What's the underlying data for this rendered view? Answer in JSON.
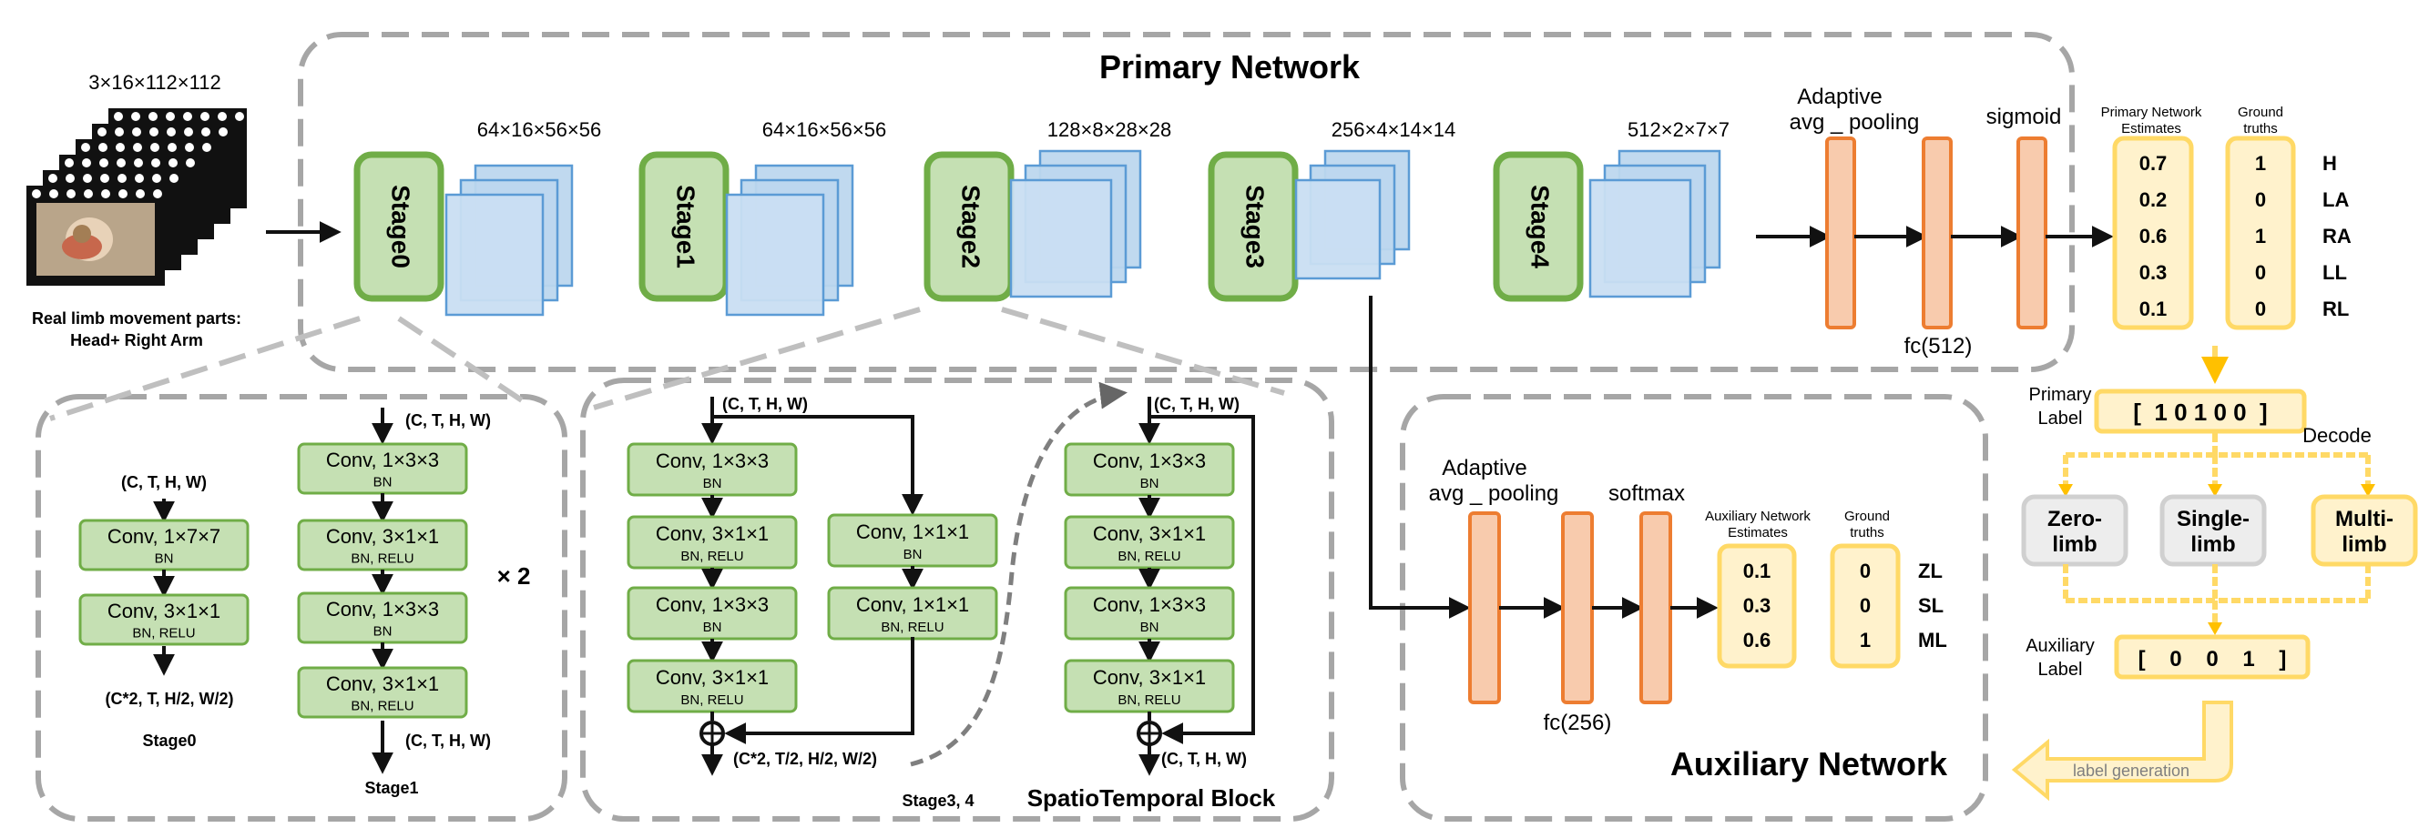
{
  "input": {
    "dims": "3×16×112×112",
    "caption_line1": "Real limb movement parts:",
    "caption_line2": "Head+ Right Arm"
  },
  "primary": {
    "title": "Primary Network",
    "stages": [
      "Stage0",
      "Stage1",
      "Stage2",
      "Stage3",
      "Stage4"
    ],
    "dims": [
      "64×16×56×56",
      "64×16×56×56",
      "128×8×28×28",
      "256×4×14×14",
      "512×2×7×7"
    ],
    "pool_line1": "Adaptive",
    "pool_line2": "avg _ pooling",
    "fc": "fc(512)",
    "activation": "sigmoid",
    "estimates_header_line1": "Primary Network",
    "estimates_header_line2": "Estimates",
    "truth_header_line1": "Ground",
    "truth_header_line2": "truths",
    "estimates": [
      "0.7",
      "0.2",
      "0.6",
      "0.3",
      "0.1"
    ],
    "truths": [
      "1",
      "0",
      "1",
      "0",
      "0"
    ],
    "classes": [
      "H",
      "LA",
      "RA",
      "LL",
      "RL"
    ],
    "label_title_line1": "Primary",
    "label_title_line2": "Label",
    "label_value": "[  1 0 1 0 0  ]"
  },
  "decode": {
    "title": "Decode",
    "boxes": [
      {
        "line1": "Zero-",
        "line2": "limb"
      },
      {
        "line1": "Single-",
        "line2": "limb"
      },
      {
        "line1": "Multi-",
        "line2": "limb"
      }
    ],
    "aux_label_line1": "Auxiliary",
    "aux_label_line2": "Label",
    "aux_label_value": "[    0    0    1    ]",
    "generation": "label generation"
  },
  "auxiliary": {
    "title": "Auxiliary Network",
    "pool_line1": "Adaptive",
    "pool_line2": "avg _ pooling",
    "fc": "fc(256)",
    "activation": "softmax",
    "estimates_header_line1": "Auxiliary Network",
    "estimates_header_line2": "Estimates",
    "truth_header_line1": "Ground",
    "truth_header_line2": "truths",
    "estimates": [
      "0.1",
      "0.3",
      "0.6"
    ],
    "truths": [
      "0",
      "0",
      "1"
    ],
    "classes": [
      "ZL",
      "SL",
      "ML"
    ]
  },
  "stage0_detail": {
    "input_shape": "(C, T, H, W)",
    "blocks": [
      {
        "title": "Conv, 1×7×7",
        "sub": "BN"
      },
      {
        "title": "Conv, 3×1×1",
        "sub": "BN, RELU"
      }
    ],
    "output_shape": "(C*2, T, H/2, W/2)",
    "name": "Stage0"
  },
  "stage1_detail": {
    "input_shape": "(C, T, H, W)",
    "blocks": [
      {
        "title": "Conv, 1×3×3",
        "sub": "BN"
      },
      {
        "title": "Conv, 3×1×1",
        "sub": "BN, RELU"
      },
      {
        "title": "Conv, 1×3×3",
        "sub": "BN"
      },
      {
        "title": "Conv, 3×1×1",
        "sub": "BN, RELU"
      }
    ],
    "repeat": "× 2",
    "output_shape": "(C, T, H, W)",
    "name": "Stage1"
  },
  "stage34_detail": {
    "input_shape": "(C, T, H, W)",
    "main_blocks": [
      {
        "title": "Conv, 1×3×3",
        "sub": "BN"
      },
      {
        "title": "Conv, 3×1×1",
        "sub": "BN, RELU"
      },
      {
        "title": "Conv, 1×3×3",
        "sub": "BN"
      },
      {
        "title": "Conv, 3×1×1",
        "sub": "BN, RELU"
      }
    ],
    "shortcut_blocks": [
      {
        "title": "Conv, 1×1×1",
        "sub": "BN"
      },
      {
        "title": "Conv, 1×1×1",
        "sub": "BN, RELU"
      }
    ],
    "output_shape": "(C*2, T/2, H/2, W/2)",
    "name": "Stage3, 4"
  },
  "st_block": {
    "input_shape": "(C, T, H, W)",
    "blocks": [
      {
        "title": "Conv, 1×3×3",
        "sub": "BN"
      },
      {
        "title": "Conv, 3×1×1",
        "sub": "BN, RELU"
      },
      {
        "title": "Conv, 1×3×3",
        "sub": "BN"
      },
      {
        "title": "Conv, 3×1×1",
        "sub": "BN, RELU"
      }
    ],
    "output_shape": "(C, T, H, W)",
    "name": "SpatioTemporal Block"
  },
  "colors": {
    "stage_fill": "#c5e0b3",
    "stage_stroke": "#70ad47",
    "cube_fill": "#bdd7ee",
    "cube_stroke": "#5b9bd5",
    "fc_fill": "#f8cbad",
    "fc_stroke": "#ed7d31",
    "yellow_fill": "#fff2cc",
    "yellow_stroke": "#ffd966",
    "gray_fill": "#ededed",
    "gray_stroke": "#d0d0d0",
    "dash": "#a6a6a6"
  }
}
